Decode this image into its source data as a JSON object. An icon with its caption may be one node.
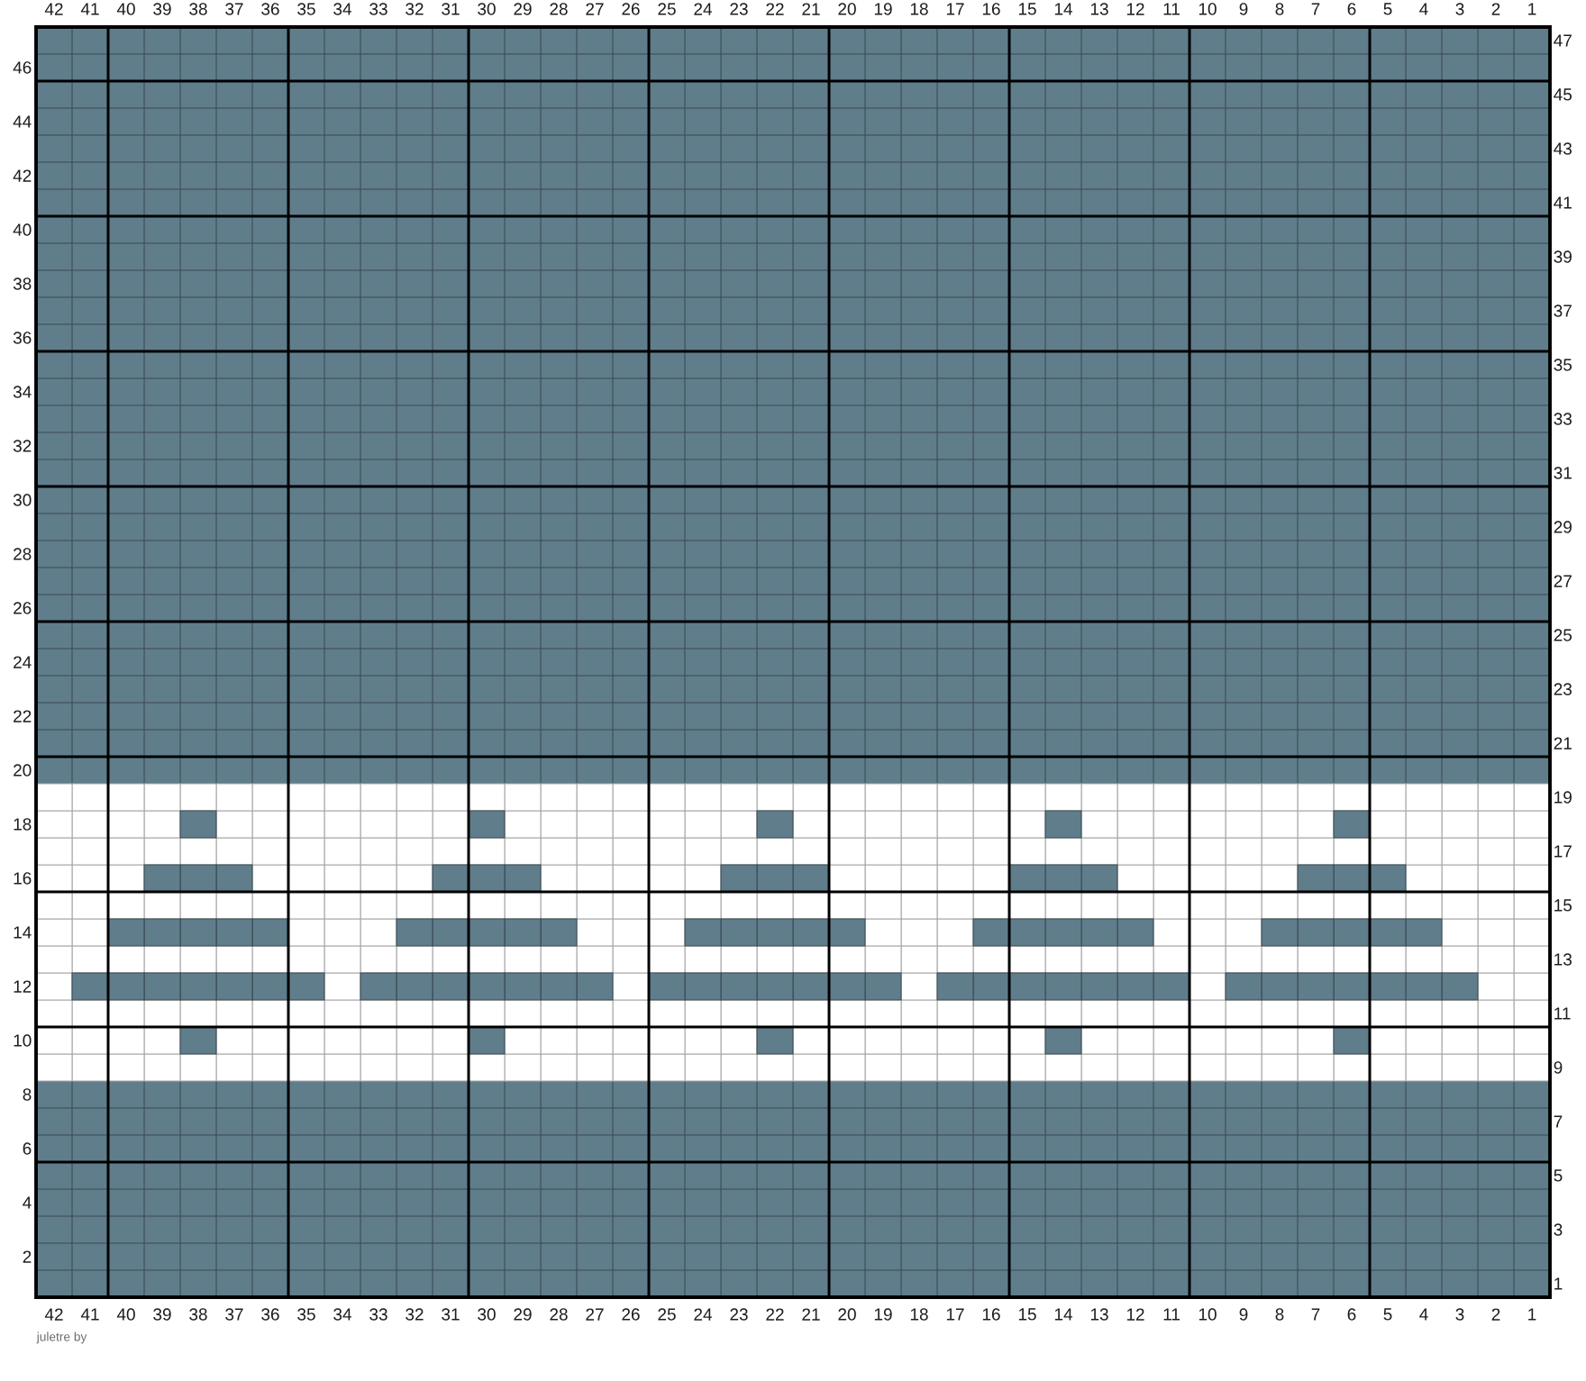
{
  "diagram": {
    "caption": "juletre by",
    "labels": [
      "42",
      "41",
      "40",
      "39",
      "38",
      "37",
      "36",
      "35",
      "34",
      "33",
      "32",
      "31",
      "30",
      "29",
      "28",
      "27",
      "26",
      "25",
      "24",
      "23",
      "22",
      "21",
      "20",
      "19",
      "18",
      "17",
      "16",
      "15",
      "14",
      "13",
      "12",
      "11",
      "10",
      "9",
      "8",
      "7",
      "6",
      "5",
      "4",
      "3",
      "2",
      "1",
      "47",
      "46",
      "45",
      "44",
      "43",
      "42",
      "41",
      "40",
      "39",
      "38",
      "37",
      "36",
      "35",
      "34",
      "33",
      "32",
      "31",
      "30",
      "29",
      "28",
      "27",
      "26",
      "25",
      "24",
      "23",
      "22",
      "21",
      "20",
      "19",
      "18",
      "17",
      "16",
      "15",
      "14",
      "13",
      "12",
      "11",
      "10",
      "9",
      "8",
      "7",
      "6",
      "5",
      "4",
      "3",
      "2",
      "1",
      "42",
      "41",
      "40",
      "39",
      "38",
      "37",
      "36",
      "35",
      "34",
      "33",
      "32",
      "31",
      "30",
      "29",
      "28",
      "27",
      "26",
      "25",
      "24",
      "23",
      "22",
      "21",
      "20",
      "19",
      "18",
      "17",
      "16",
      "15",
      "14",
      "13",
      "12",
      "11",
      "10",
      "9",
      "8",
      "7",
      "6",
      "5",
      "4",
      "3",
      "2",
      "1"
    ]
  }
}
